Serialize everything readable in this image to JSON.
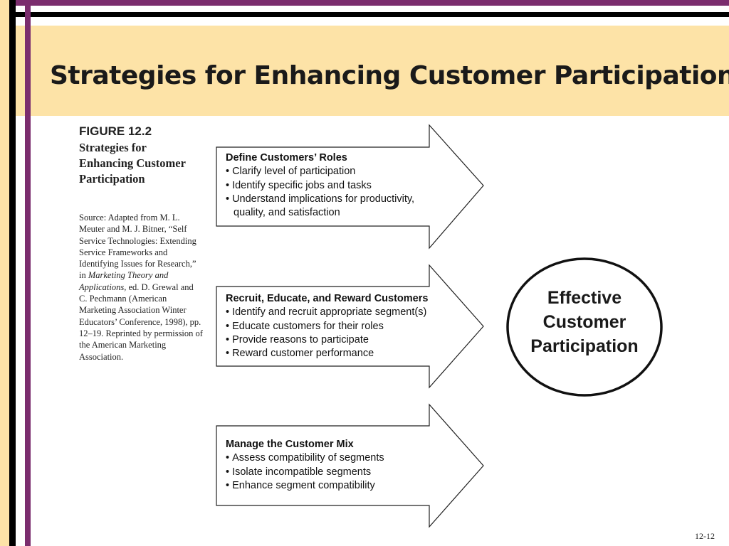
{
  "slide": {
    "title": "Strategies for Enhancing Customer Participation",
    "page_number": "12-12",
    "colors": {
      "purple": "#7b2d6e",
      "black": "#000000",
      "band": "#fde3a7"
    }
  },
  "figure": {
    "label": "FIGURE 12.2",
    "caption": "Strategies for Enhancing Customer Participation",
    "source": {
      "part1": "Source: Adapted from M. L. Meuter and M. J. Bitner, “Self Service Technologies: Extending Service Frameworks and Identifying Issues for Research,” in ",
      "italic": "Marketing Theory and Applications,",
      "part2": " ed. D. Grewal and C. Pechmann (American Marketing Association Winter Educators’ Conference, 1998), pp. 12–19. Reprinted by permission of the American Marketing Association."
    }
  },
  "diagram": {
    "arrows": [
      {
        "heading": "Define Customers’ Roles",
        "bullets": [
          "Clarify level of participation",
          "Identify specific jobs and tasks",
          "Understand implications for productivity, quality, and satisfaction"
        ]
      },
      {
        "heading": "Recruit, Educate, and Reward Customers",
        "bullets": [
          "Identify and recruit appropriate segment(s)",
          "Educate customers for their roles",
          "Provide reasons to participate",
          "Reward customer performance"
        ]
      },
      {
        "heading": "Manage the Customer Mix",
        "bullets": [
          "Assess compatibility of segments",
          "Isolate incompatible segments",
          "Enhance segment compatibility"
        ]
      }
    ],
    "outcome": "Effective Customer Participation"
  }
}
